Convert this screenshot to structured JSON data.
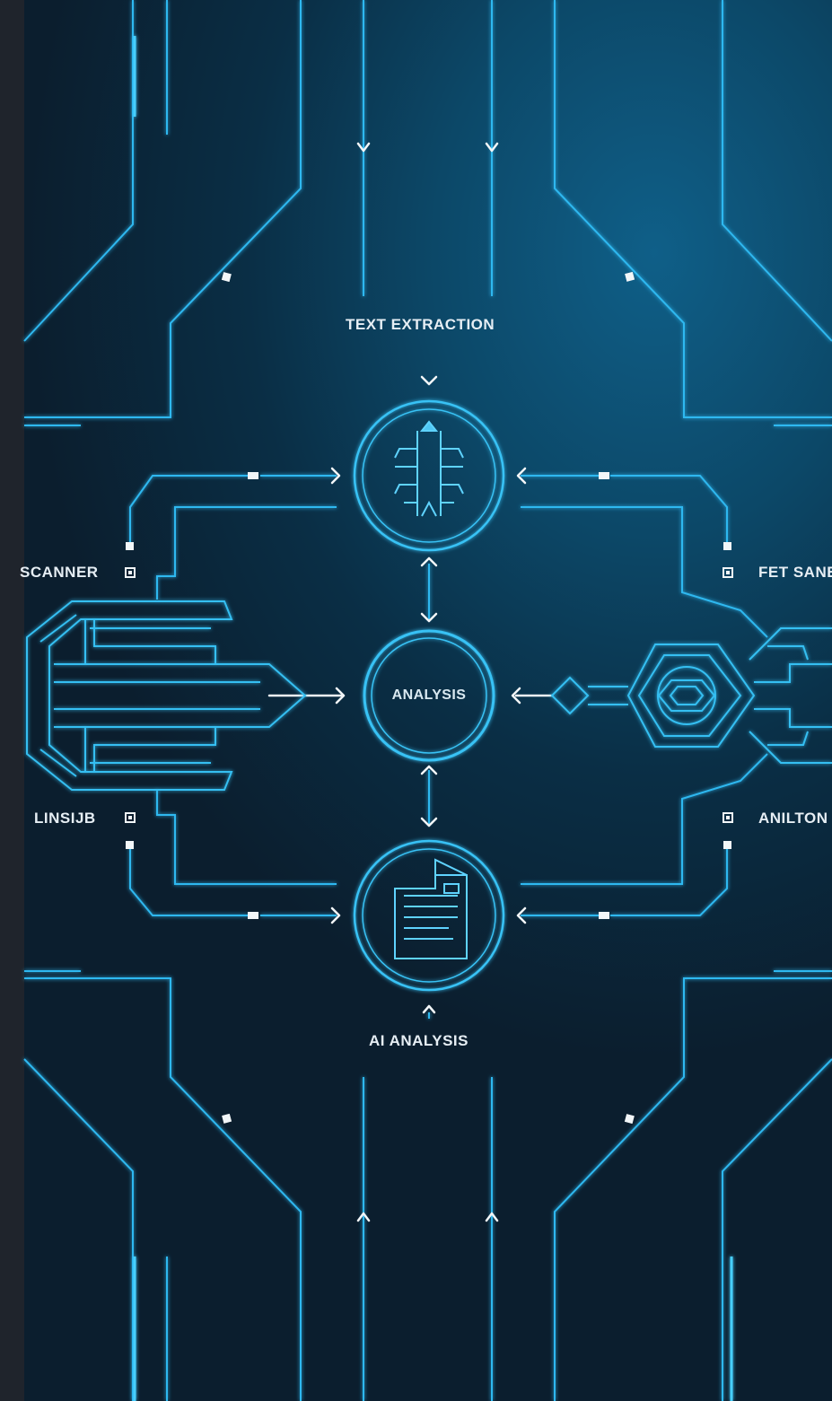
{
  "labels": {
    "top": "TEXT EXTRACTION",
    "center": "ANALYSIS",
    "bottom": "AI ANALYSIS",
    "left_upper": "SCANNER",
    "left_lower": "LINSIJB",
    "right_upper": "FET SANE",
    "right_lower": "ANILTON"
  },
  "icons": [
    "brain-circuit-icon",
    "document-icon",
    "scanner-device-icon",
    "hexagon-chip-icon"
  ],
  "colors": {
    "line": "#2fb8f0",
    "line_bright": "#46cfff",
    "text": "#e6eef4"
  }
}
